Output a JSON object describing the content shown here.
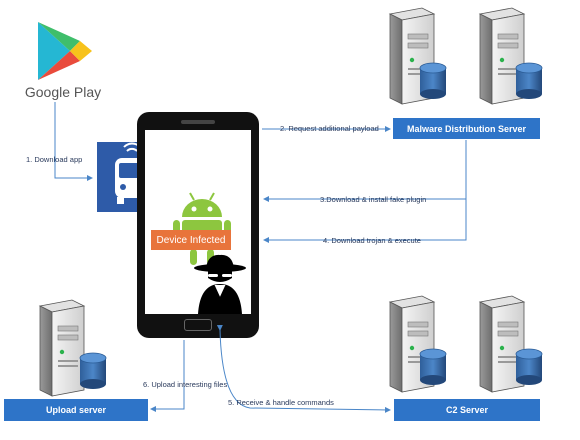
{
  "google_play": {
    "label": "Google Play"
  },
  "phone": {
    "badge": "Device Infected"
  },
  "boxes": {
    "malware_server": "Malware Distribution Server",
    "upload_server": "Upload server",
    "c2_server": "C2 Server"
  },
  "steps": {
    "s1": "1. Download app",
    "s2": "2. Request additional payload",
    "s3": "3.Download & install fake plugin",
    "s4": "4. Download trojan & execute",
    "s5": "5. Receive & handle commands",
    "s6": "6. Upload interesting files"
  },
  "colors": {
    "box_blue": "#2e74c8",
    "arrow_blue": "#4a86c8",
    "android_green": "#8dc63f",
    "badge_orange": "#e8743b",
    "phone_black": "#111111"
  },
  "icons": [
    "google-play-logo-icon",
    "bus-app-icon",
    "android-icon",
    "hacker-icon",
    "server-icon",
    "database-icon"
  ]
}
